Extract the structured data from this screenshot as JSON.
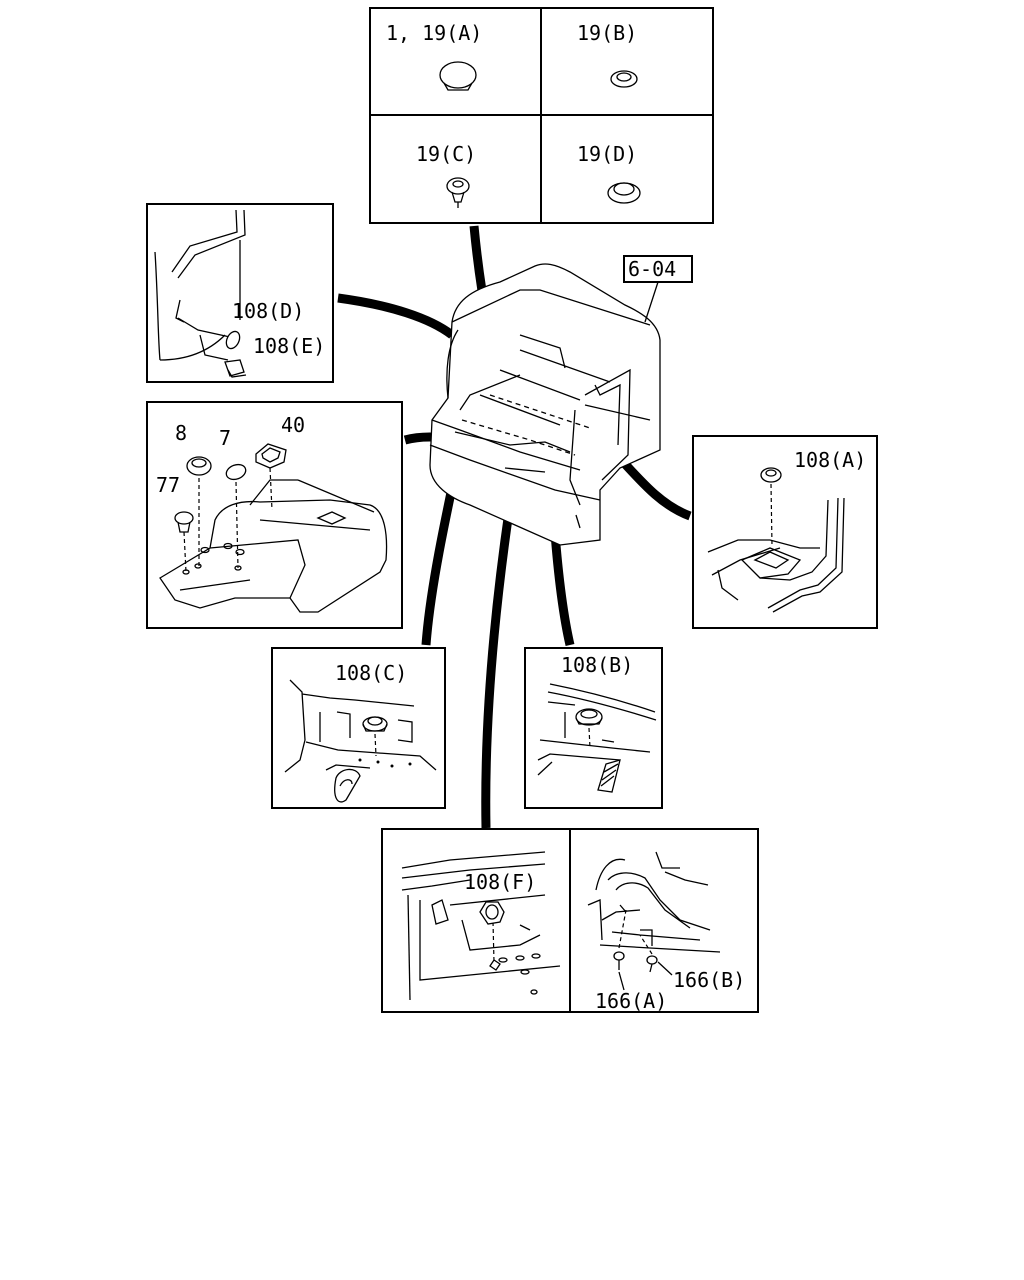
{
  "panels": {
    "top_grid": {
      "cell_a_label": "1, 19(A)",
      "cell_b_label": "19(B)",
      "cell_c_label": "19(C)",
      "cell_d_label": "19(D)"
    },
    "cab": {
      "ref_label": "6-04"
    },
    "upper_left": {
      "label_d": "108(D)",
      "label_e": "108(E)"
    },
    "middle_left": {
      "label_8": "8",
      "label_7": "7",
      "label_40": "40",
      "label_77": "77"
    },
    "right": {
      "label": "108(A)"
    },
    "lower_left": {
      "label": "108(C)"
    },
    "lower_right": {
      "label": "108(B)"
    },
    "bottom_left": {
      "label": "108(F)"
    },
    "bottom_right": {
      "label_a": "166(A)",
      "label_b": "166(B)"
    }
  }
}
